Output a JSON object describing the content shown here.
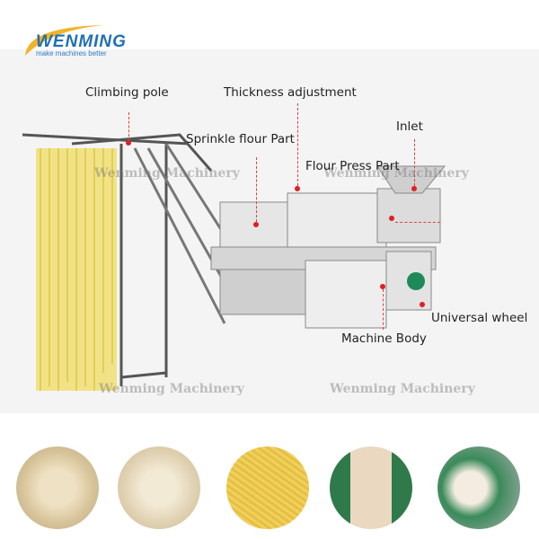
{
  "brand": {
    "name": "WENMING",
    "tagline": "make machines better",
    "colors": {
      "primary": "#1f6fb5",
      "swoosh": "#f0b429"
    }
  },
  "labels": {
    "climbing_pole": "Climbing pole",
    "thickness_adjustment": "Thickness adjustment",
    "sprinkle_flour_part": "Sprinkle flour Part",
    "inlet": "Inlet",
    "flour_press_part": "Flour Press Part",
    "universal_wheel": "Universal wheel",
    "machine_body": "Machine Body"
  },
  "watermark": "Wenming Machinery",
  "accent_color": "#e02020",
  "thumbnails": [
    "wide-noodles",
    "flat-noodles",
    "yellow-noodles",
    "hanging-noodles",
    "hand-pulled-noodles"
  ]
}
